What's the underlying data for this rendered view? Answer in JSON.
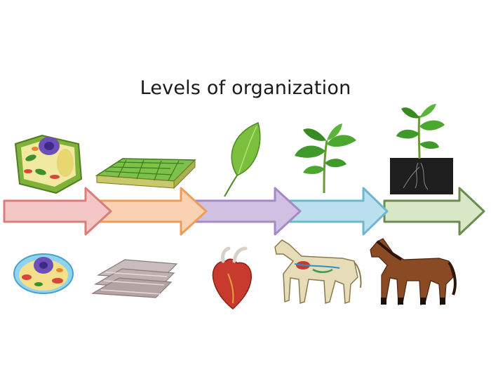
{
  "title": "Levels of organization",
  "levels": [
    {
      "plant": "plant-cell",
      "animal": "animal-cell"
    },
    {
      "plant": "plant-tissue",
      "animal": "muscle-tissue"
    },
    {
      "plant": "leaf-organ",
      "animal": "heart-organ"
    },
    {
      "plant": "plant-shoot-system",
      "animal": "horse-organ-system"
    },
    {
      "plant": "potted-plant-organism",
      "animal": "horse-organism"
    }
  ],
  "colors": {
    "arrow1": "#f3c7c6",
    "arrow1_stroke": "#d97e7b",
    "arrow2": "#f9d3b1",
    "arrow2_stroke": "#eb9d5a",
    "arrow3": "#d2c0e2",
    "arrow3_stroke": "#a68ac8",
    "arrow4": "#b9e0ec",
    "arrow4_stroke": "#6fb7cf",
    "arrow5": "#d8e8c7",
    "arrow5_stroke": "#6b8c50"
  }
}
